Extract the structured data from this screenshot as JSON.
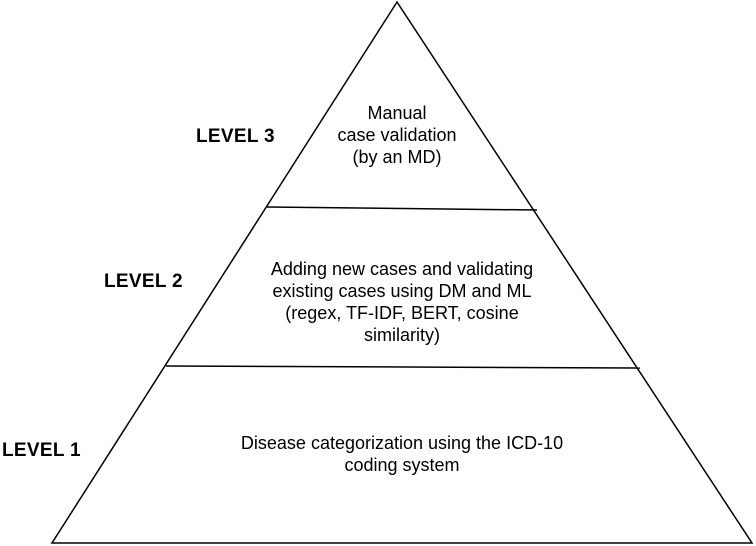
{
  "levels": [
    {
      "label": "LEVEL 3",
      "lines": [
        "Manual",
        "case validation",
        "(by an MD)"
      ]
    },
    {
      "label": "LEVEL 2",
      "lines": [
        "Adding new cases and validating",
        "existing cases using DM and ML",
        "(regex, TF-IDF, BERT, cosine",
        "similarity)"
      ]
    },
    {
      "label": "LEVEL 1",
      "lines": [
        "Disease categorization using the ICD-10",
        "coding system"
      ]
    }
  ],
  "colors": {
    "stroke": "#000000",
    "fill": "#ffffff",
    "text": "#000000"
  }
}
